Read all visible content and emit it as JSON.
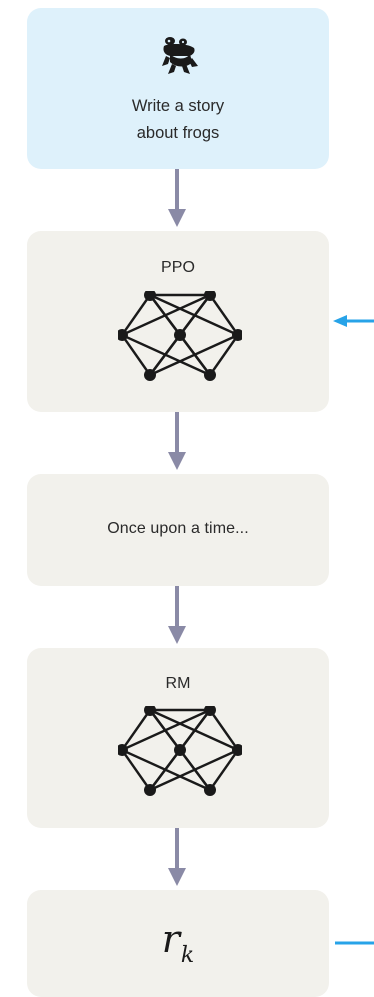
{
  "prompt": {
    "line1": "Write a story",
    "line2": "about frogs",
    "icon": "frog-icon"
  },
  "policy": {
    "label": "PPO",
    "icon": "neural-network-icon"
  },
  "response": {
    "text": "Once upon a time..."
  },
  "reward_model": {
    "label": "RM",
    "icon": "neural-network-icon"
  },
  "reward": {
    "symbol": "r",
    "subscript": "k"
  },
  "colors": {
    "prompt_fill": "#def1fb",
    "box_fill": "#f2f1ec",
    "flow_arrow": "#8a8aa6",
    "feedback_arrow": "#27a3e8",
    "node": "#1a1a1a"
  }
}
